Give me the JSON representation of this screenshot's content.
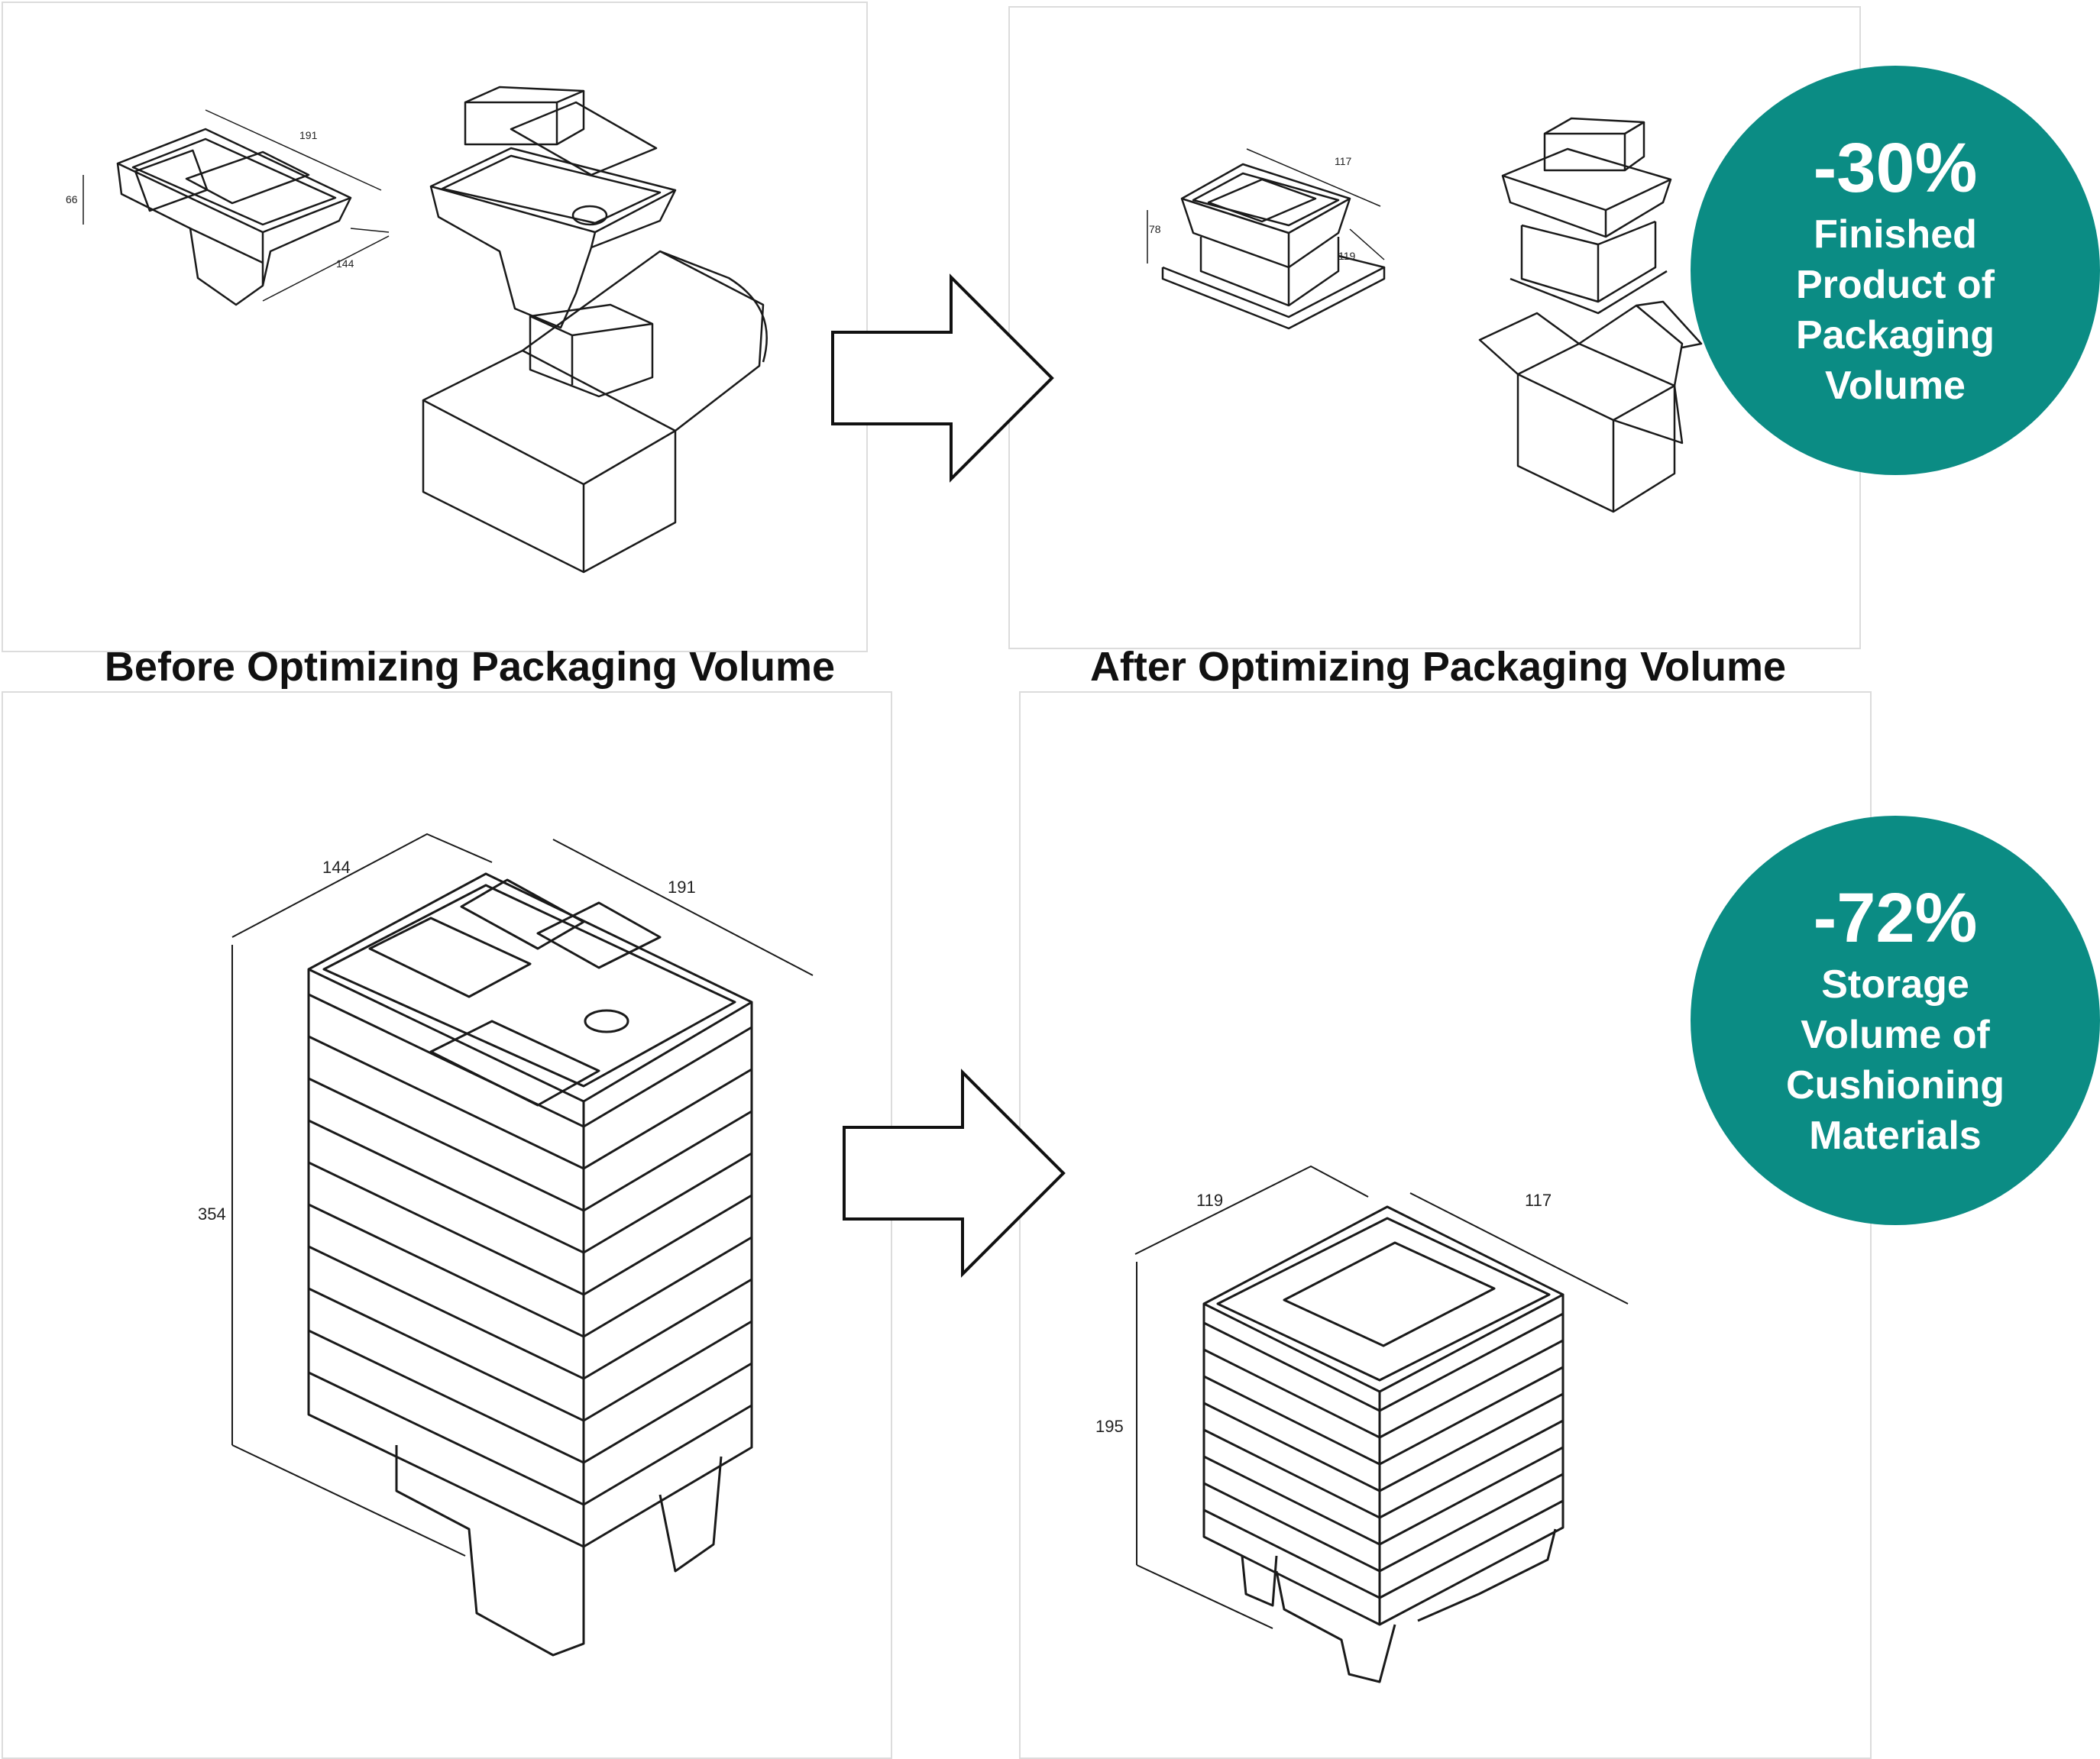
{
  "captions": {
    "before": "Before Optimizing Packaging Volume",
    "after": "After Optimizing Packaging Volume"
  },
  "badges": [
    {
      "percent": "-30%",
      "lines": [
        "Finished",
        "Product of",
        "Packaging",
        "Volume"
      ]
    },
    {
      "percent": "-72%",
      "lines": [
        "Storage",
        "Volume of",
        "Cushioning",
        "Materials"
      ]
    }
  ],
  "dimensions": {
    "top_before": {
      "length": "191",
      "height": "66",
      "width": "144"
    },
    "top_after": {
      "length": "117",
      "height": "78",
      "width": "119"
    },
    "bottom_before": {
      "width": "144",
      "length": "191",
      "height": "354"
    },
    "bottom_after": {
      "width": "119",
      "length": "117",
      "height": "195"
    }
  },
  "colors": {
    "badge": "#0b8c84",
    "line": "#1a1a1a",
    "panel_border": "#dcdcdc"
  }
}
